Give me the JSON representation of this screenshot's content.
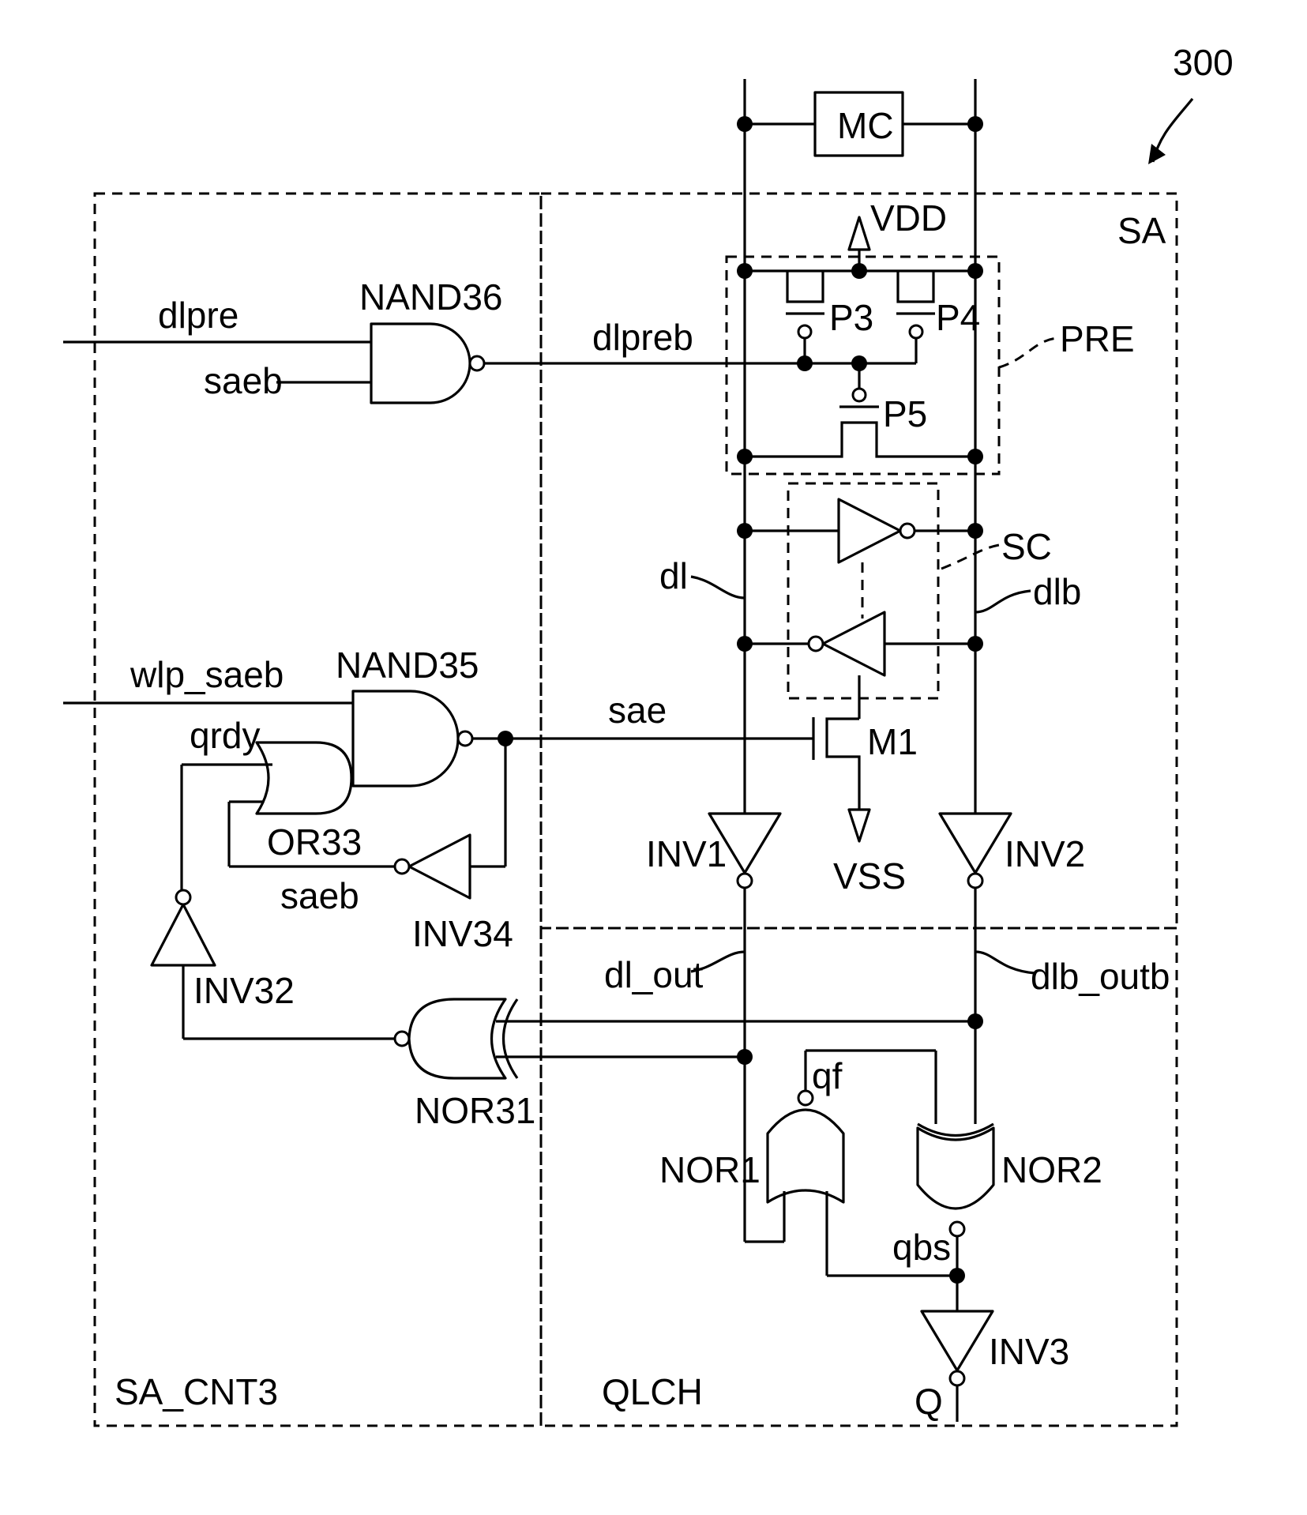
{
  "labels": {
    "figure_number": "300",
    "mc": "MC",
    "vdd": "VDD",
    "sa": "SA",
    "p3": "P3",
    "p4": "P4",
    "pre": "PRE",
    "p5": "P5",
    "sc": "SC",
    "dl": "dl",
    "dlb": "dlb",
    "dlpre": "dlpre",
    "saeb_top": "saeb",
    "nand36": "NAND36",
    "dlpreb": "dlpreb",
    "wlp_saeb": "wlp_saeb",
    "nand35": "NAND35",
    "qrdy": "qrdy",
    "sae": "sae",
    "m1": "M1",
    "or33": "OR33",
    "saeb_mid": "saeb",
    "inv34": "INV34",
    "inv1": "INV1",
    "vss": "VSS",
    "inv2": "INV2",
    "inv32": "INV32",
    "dl_out": "dl_out",
    "dlb_outb": "dlb_outb",
    "nor31": "NOR31",
    "qf": "qf",
    "nor1": "NOR1",
    "nor2": "NOR2",
    "qbs": "qbs",
    "inv3": "INV3",
    "q": "Q",
    "sa_cnt3": "SA_CNT3",
    "qlch": "QLCH"
  }
}
